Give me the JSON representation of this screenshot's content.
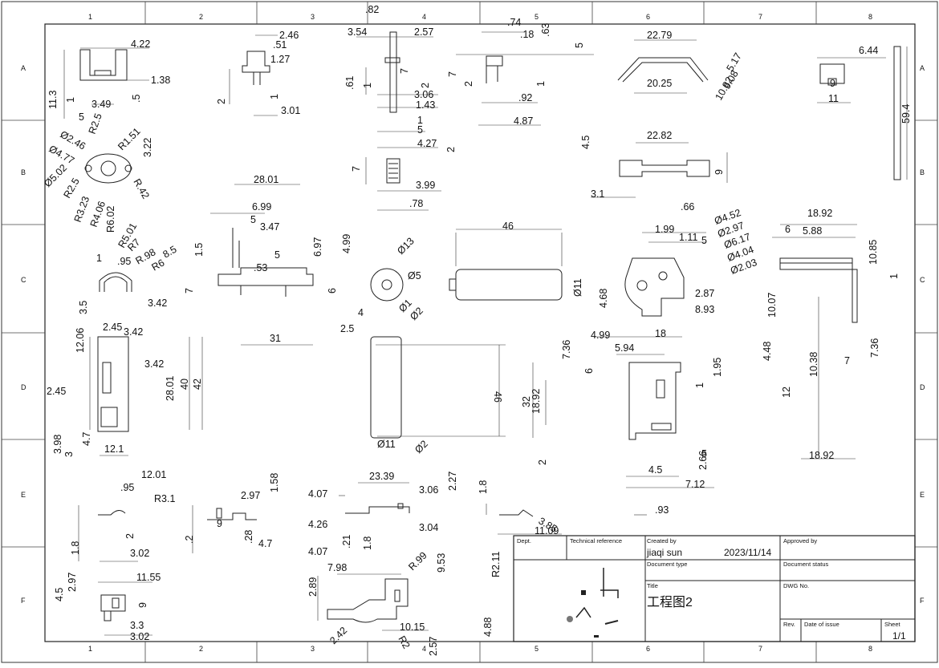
{
  "zones": {
    "cols": [
      "1",
      "2",
      "3",
      "4",
      "5",
      "6",
      "7",
      "8"
    ],
    "rows": [
      "A",
      "B",
      "C",
      "D",
      "E",
      "F"
    ]
  },
  "dims": {
    "d_4_22": "4.22",
    "d_11_3": "11.3",
    "d_1_38": "1.38",
    "d_3_49": "3.49",
    "d_5a": ".5",
    "d_5b": "5",
    "d_1a": "1",
    "d_2_46": "2.46",
    "d_51": ".51",
    "d_1_27": "1.27",
    "d_3_01": "3.01",
    "d_2a": "2",
    "d_1b": "1",
    "d_82": ".82",
    "d_3_54": "3.54",
    "d_2_57": "2.57",
    "d_61": ".61",
    "d_7a": "7",
    "d_1c": "1",
    "d_2b": "2",
    "d_3_06": "3.06",
    "d_1_43": "1.43",
    "d_1d": "1",
    "d_5c": "5",
    "d_4_27": "4.27",
    "d_2c": "2",
    "d_7b": "7",
    "d_3_99": "3.99",
    "d_78": ".78",
    "d_74": ".74",
    "d_18": ".18",
    "d_63": ".63",
    "d_5d": "5",
    "d_7c": "7",
    "d_2d": "2",
    "d_1e": "1",
    "d_92": ".92",
    "d_4_87": "4.87",
    "d_22_79": "22.79",
    "d_5_17": "5.17",
    "d_20_25": "20.25",
    "d_9_08": "9.08",
    "d_10_82": "10.82",
    "d_6_44": "6.44",
    "d_9a": "9",
    "d_11a": "11",
    "d_59_4": "59.4",
    "d_R2_5a": "R2.5",
    "d_R1_51": "R1.51",
    "d_O2_46": "Ø2.46",
    "d_O4_77": "Ø4.77",
    "d_3_22": "3.22",
    "d_O5_02": "Ø5.02",
    "d_R2_5b": "R2.5",
    "d_R3_23": "R3.23",
    "d_R4_06": "R4.06",
    "d_R6_02": "R6.02",
    "d_R_42": "R.42",
    "d_4_5a": "4.5",
    "d_22_82": "22.82",
    "d_9b": "9",
    "d_3_1": "3.1",
    "d_66": ".66",
    "d_28_01a": "28.01",
    "d_6_99": "6.99",
    "d_5e": "5",
    "d_3_47": "3.47",
    "d_1_5": "1.5",
    "d_6_97": "6.97",
    "d_4_99a": "4.99",
    "d_53": ".53",
    "d_5f": "5",
    "d_7d": "7",
    "d_6a": "6",
    "d_31": "31",
    "d_R5_01": "R5.01",
    "d_R7": "R7",
    "d_95a": ".95",
    "d_R_98": "R.98",
    "d_8_5": "8.5",
    "d_R6": "R6",
    "d_1f": "1",
    "d_3_42a": "3.42",
    "d_3_5": "3.5",
    "d_O13": "Ø13",
    "d_O5": "Ø5",
    "d_4a": "4",
    "d_O1": "Ø1",
    "d_O2a": "Ø2",
    "d_2_5": "2.5",
    "d_46a": "46",
    "d_46b": "46",
    "d_O11a": "Ø11",
    "d_O2b": "Ø2",
    "d_O11b": "Ø11",
    "d_4_68": "4.68",
    "d_1_99": "1.99",
    "d_1_11": "1.11",
    "d_5g": "5",
    "d_O4_52": "Ø4.52",
    "d_O2_97": "Ø2.97",
    "d_O6_17": "Ø6.17",
    "d_O4_04": "Ø4.04",
    "d_O2_03": "Ø2.03",
    "d_2_87": "2.87",
    "d_8_93": "8.93",
    "d_18_92a": "18.92",
    "d_6b": "6",
    "d_5_88": "5.88",
    "d_10_85": "10.85",
    "d_1g": "1",
    "d_10_07": "10.07",
    "d_4_48": "4.48",
    "d_10_38": "10.38",
    "d_7e": "7",
    "d_7_36a": "7.36",
    "d_18_92b": "18.92",
    "d_2_45a": "2.45",
    "d_3_42b": "3.42",
    "d_12_06": "12.06",
    "d_3_42c": "3.42",
    "d_28_01b": "28.01",
    "d_40": "40",
    "d_42": "42",
    "d_2_45b": "2.45",
    "d_3_98": "3.98",
    "d_3a": "3",
    "d_4_7a": "4.7",
    "d_12_1": "12.1",
    "d_12_01": "12.01",
    "d_95b": ".95",
    "d_7_36b": "7.36",
    "d_4_99b": "4.99",
    "d_18b": "18",
    "d_5_94": "5.94",
    "d_6c": "6",
    "d_1_95": "1.95",
    "d_1h": "1",
    "d_32": "32",
    "d_18_92c": "18.92",
    "d_12": "12",
    "d_2e": "2",
    "d_5h": "5",
    "d_2_66": "2.66",
    "d_4_5b": "4.5",
    "d_7_12": "7.12",
    "d_93": ".93",
    "d_R3_1": "R3.1",
    "d_1_8a": "1.8",
    "d_2f": "2",
    "d_3_02a": "3.02",
    "d_2_97a": "2.97",
    "d_1_58": "1.58",
    "d_9c": "9",
    "d_2g": ".2",
    "d_28": ".28",
    "d_4_7b": "4.7",
    "d_4_07a": "4.07",
    "d_23_39": "23.39",
    "d_3_06b": "3.06",
    "d_2_27": "2.27",
    "d_4_26": "4.26",
    "d_21": ".21",
    "d_1_8b": "1.8",
    "d_3_04": "3.04",
    "d_4_07b": "4.07",
    "d_R_99": "R.99",
    "d_9_53": "9.53",
    "d_7_98": "7.98",
    "d_2_89": "2.89",
    "d_2_42": "2.42",
    "d_R2": "R2",
    "d_10_15": "10.15",
    "d_2_57b": "2.57",
    "d_1_8c": "1.8",
    "d_3_85": "3.85",
    "d_11_09": "11.09",
    "d_R2_11": "R2.11",
    "d_4_88": "4.88",
    "d_2_97b": "2.97",
    "d_4_5c": "4.5",
    "d_11_55": "11.55",
    "d_9d": "9",
    "d_3_3": "3.3",
    "d_3_02b": "3.02"
  },
  "title_block": {
    "dept_label": "Dept.",
    "techref_label": "Technical reference",
    "created_by_label": "Created by",
    "created_by": "jiaqi sun",
    "date": "2023/11/14",
    "approved_by_label": "Approved by",
    "doc_type_label": "Document type",
    "doc_status_label": "Document status",
    "title_label": "Title",
    "title": "工程图2",
    "dwg_label": "DWG No.",
    "rev_label": "Rev.",
    "date_issue_label": "Date of issue",
    "sheet_label": "Sheet",
    "sheet": "1/1"
  }
}
